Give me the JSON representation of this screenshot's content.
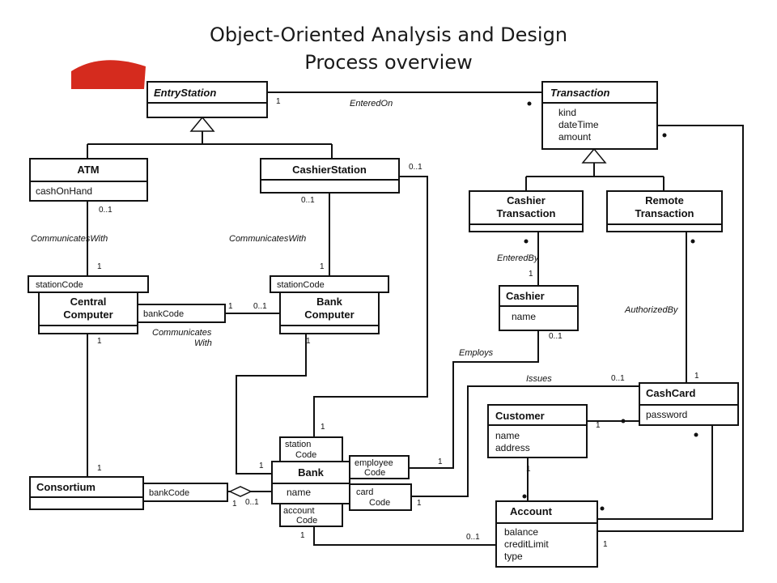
{
  "slide": {
    "title_line1": "Object-Oriented Analysis and Design",
    "title_line2": "Process overview",
    "accent_color": "#d52b1e"
  },
  "classes": {
    "entry_station": {
      "name": "EntryStation"
    },
    "transaction": {
      "name": "Transaction",
      "attrs": [
        "kind",
        "dateTime",
        "amount"
      ]
    },
    "atm": {
      "name": "ATM",
      "attrs": [
        "cashOnHand"
      ]
    },
    "cashier_station": {
      "name": "CashierStation"
    },
    "cashier_transaction": {
      "name_line1": "Cashier",
      "name_line2": "Transaction"
    },
    "remote_transaction": {
      "name_line1": "Remote",
      "name_line2": "Transaction"
    },
    "central_computer": {
      "name_line1": "Central",
      "name_line2": "Computer"
    },
    "bank_computer": {
      "name_line1": "Bank",
      "name_line2": "Computer"
    },
    "cashier": {
      "name": "Cashier",
      "attrs": [
        "name"
      ]
    },
    "cash_card": {
      "name": "CashCard",
      "attrs": [
        "password"
      ]
    },
    "customer": {
      "name": "Customer",
      "attrs": [
        "name",
        "address"
      ]
    },
    "bank": {
      "name": "Bank",
      "attrs": [
        "name"
      ]
    },
    "consortium": {
      "name": "Consortium"
    },
    "account": {
      "name": "Account",
      "attrs": [
        "balance",
        "creditLimit",
        "type"
      ]
    }
  },
  "qualifiers": {
    "central_station_code": "stationCode",
    "bank_station_code": "stationCode",
    "central_bank_code": "bankCode",
    "bank_station_code_line1": "station",
    "bank_station_code_line2": "Code",
    "bank_employee_code_line1": "employee",
    "bank_employee_code_line2": "Code",
    "bank_card_code_line1": "card",
    "bank_card_code_line2": "Code",
    "bank_account_code_line1": "account",
    "bank_account_code_line2": "Code",
    "consortium_bank_code": "bankCode"
  },
  "associations": {
    "entered_on": "EnteredOn",
    "atm_communicates": "CommunicatesWith",
    "cashier_communicates": "CommunicatesWith",
    "central_bank_communicates_line1": "Communicates",
    "central_bank_communicates_line2": "With",
    "entered_by": "EnteredBy",
    "authorized_by": "AuthorizedBy",
    "employs": "Employs",
    "issues": "Issues"
  },
  "multiplicity": {
    "one": "1",
    "many": "•",
    "zero_one": "0..1"
  }
}
